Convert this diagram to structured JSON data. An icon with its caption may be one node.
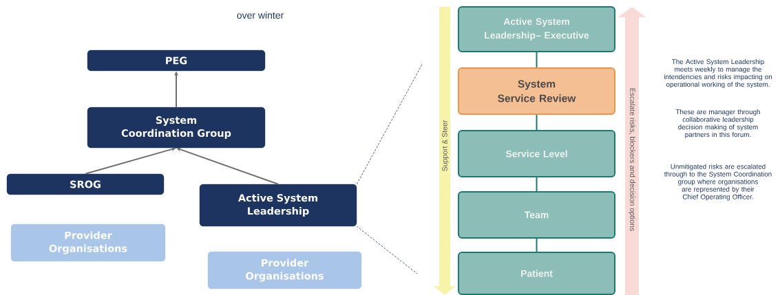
{
  "diagram": {
    "nodes": [
      {
        "text": [
          "PEG"
        ]
      },
      {
        "text": [
          "System Coordination Group"
        ]
      },
      {
        "text": [
          "SROG"
        ]
      },
      {
        "text": [
          "Active System Leadership"
        ]
      },
      {
        "text": [
          "Provider Organisations"
        ]
      },
      {
        "text": [
          "Provider Organisations"
        ]
      },
      {
        "text": [
          "Active System Leadership– Executive"
        ]
      },
      {
        "text": [
          "System Service Review"
        ]
      },
      {
        "text": [
          "Service Level"
        ]
      },
      {
        "text": [
          "Team"
        ]
      },
      {
        "text": [
          "Patient"
        ]
      }
    ],
    "edges": [
      {
        "from": 1,
        "to": 0,
        "arrow": "to"
      },
      {
        "from": 2,
        "to": 1,
        "arrow": "to"
      },
      {
        "from": 3,
        "to": 1,
        "arrow": "to"
      },
      {
        "from": 3,
        "to": null,
        "arrow": "none",
        "style": "dashed",
        "color": "#1f3864"
      },
      {
        "from": 3,
        "to": null,
        "arrow": "none",
        "style": "dashed",
        "color": "#1f3864"
      },
      {
        "from": 6,
        "to": 7,
        "arrow": "none",
        "color": "#1a7a72"
      },
      {
        "from": 7,
        "to": 8,
        "arrow": "none",
        "color": "#1a7a72"
      },
      {
        "from": 8,
        "to": 9,
        "arrow": "none",
        "color": "#1a7a72"
      },
      {
        "from": 9,
        "to": 10,
        "arrow": "none",
        "color": "#1a7a72"
      }
    ],
    "labels": [
      "over winter",
      "Support & Steer",
      "Escalate risks, blockers and decision options",
      "The Active System Leadership meets weekly to manage the intendencies and risks impacting on operational working of the system.",
      "These are manager through collaborative leadership decision making of system partners in this forum.",
      "Unmitigated risks are escalated through to the System Coordination group where organisations are represented by their Chief Operating Officer."
    ]
  }
}
